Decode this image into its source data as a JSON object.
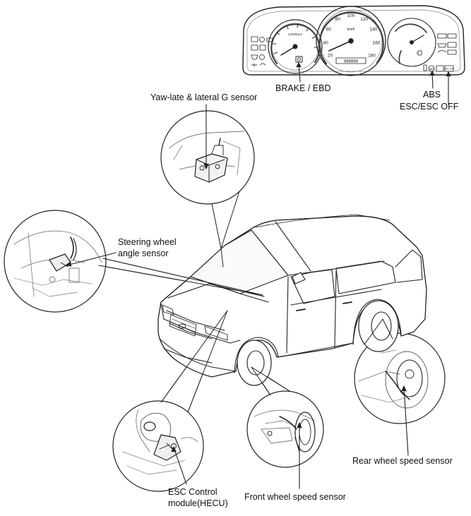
{
  "cluster": {
    "tacho_unit": "x1000rpm",
    "speedo_unit": "km/h",
    "speed_ticks": [
      "20",
      "40",
      "60",
      "80",
      "100",
      "120",
      "140",
      "160",
      "180"
    ],
    "odometer": "888888",
    "escoff_text": "ESC OFF"
  },
  "callouts": {
    "brake_ebd": "BRAKE / EBD",
    "abs": "ABS",
    "esc_off": "ESC/ESC OFF",
    "yaw_sensor": "Yaw-late & lateral G sensor",
    "steering_line1": "Steering wheel",
    "steering_line2": "angle sensor",
    "esc_module_line1": "ESC Control",
    "esc_module_line2": "module(HECU)",
    "front_wheel": "Front wheel speed sensor",
    "rear_wheel": "Rear wheel speed sensor"
  }
}
